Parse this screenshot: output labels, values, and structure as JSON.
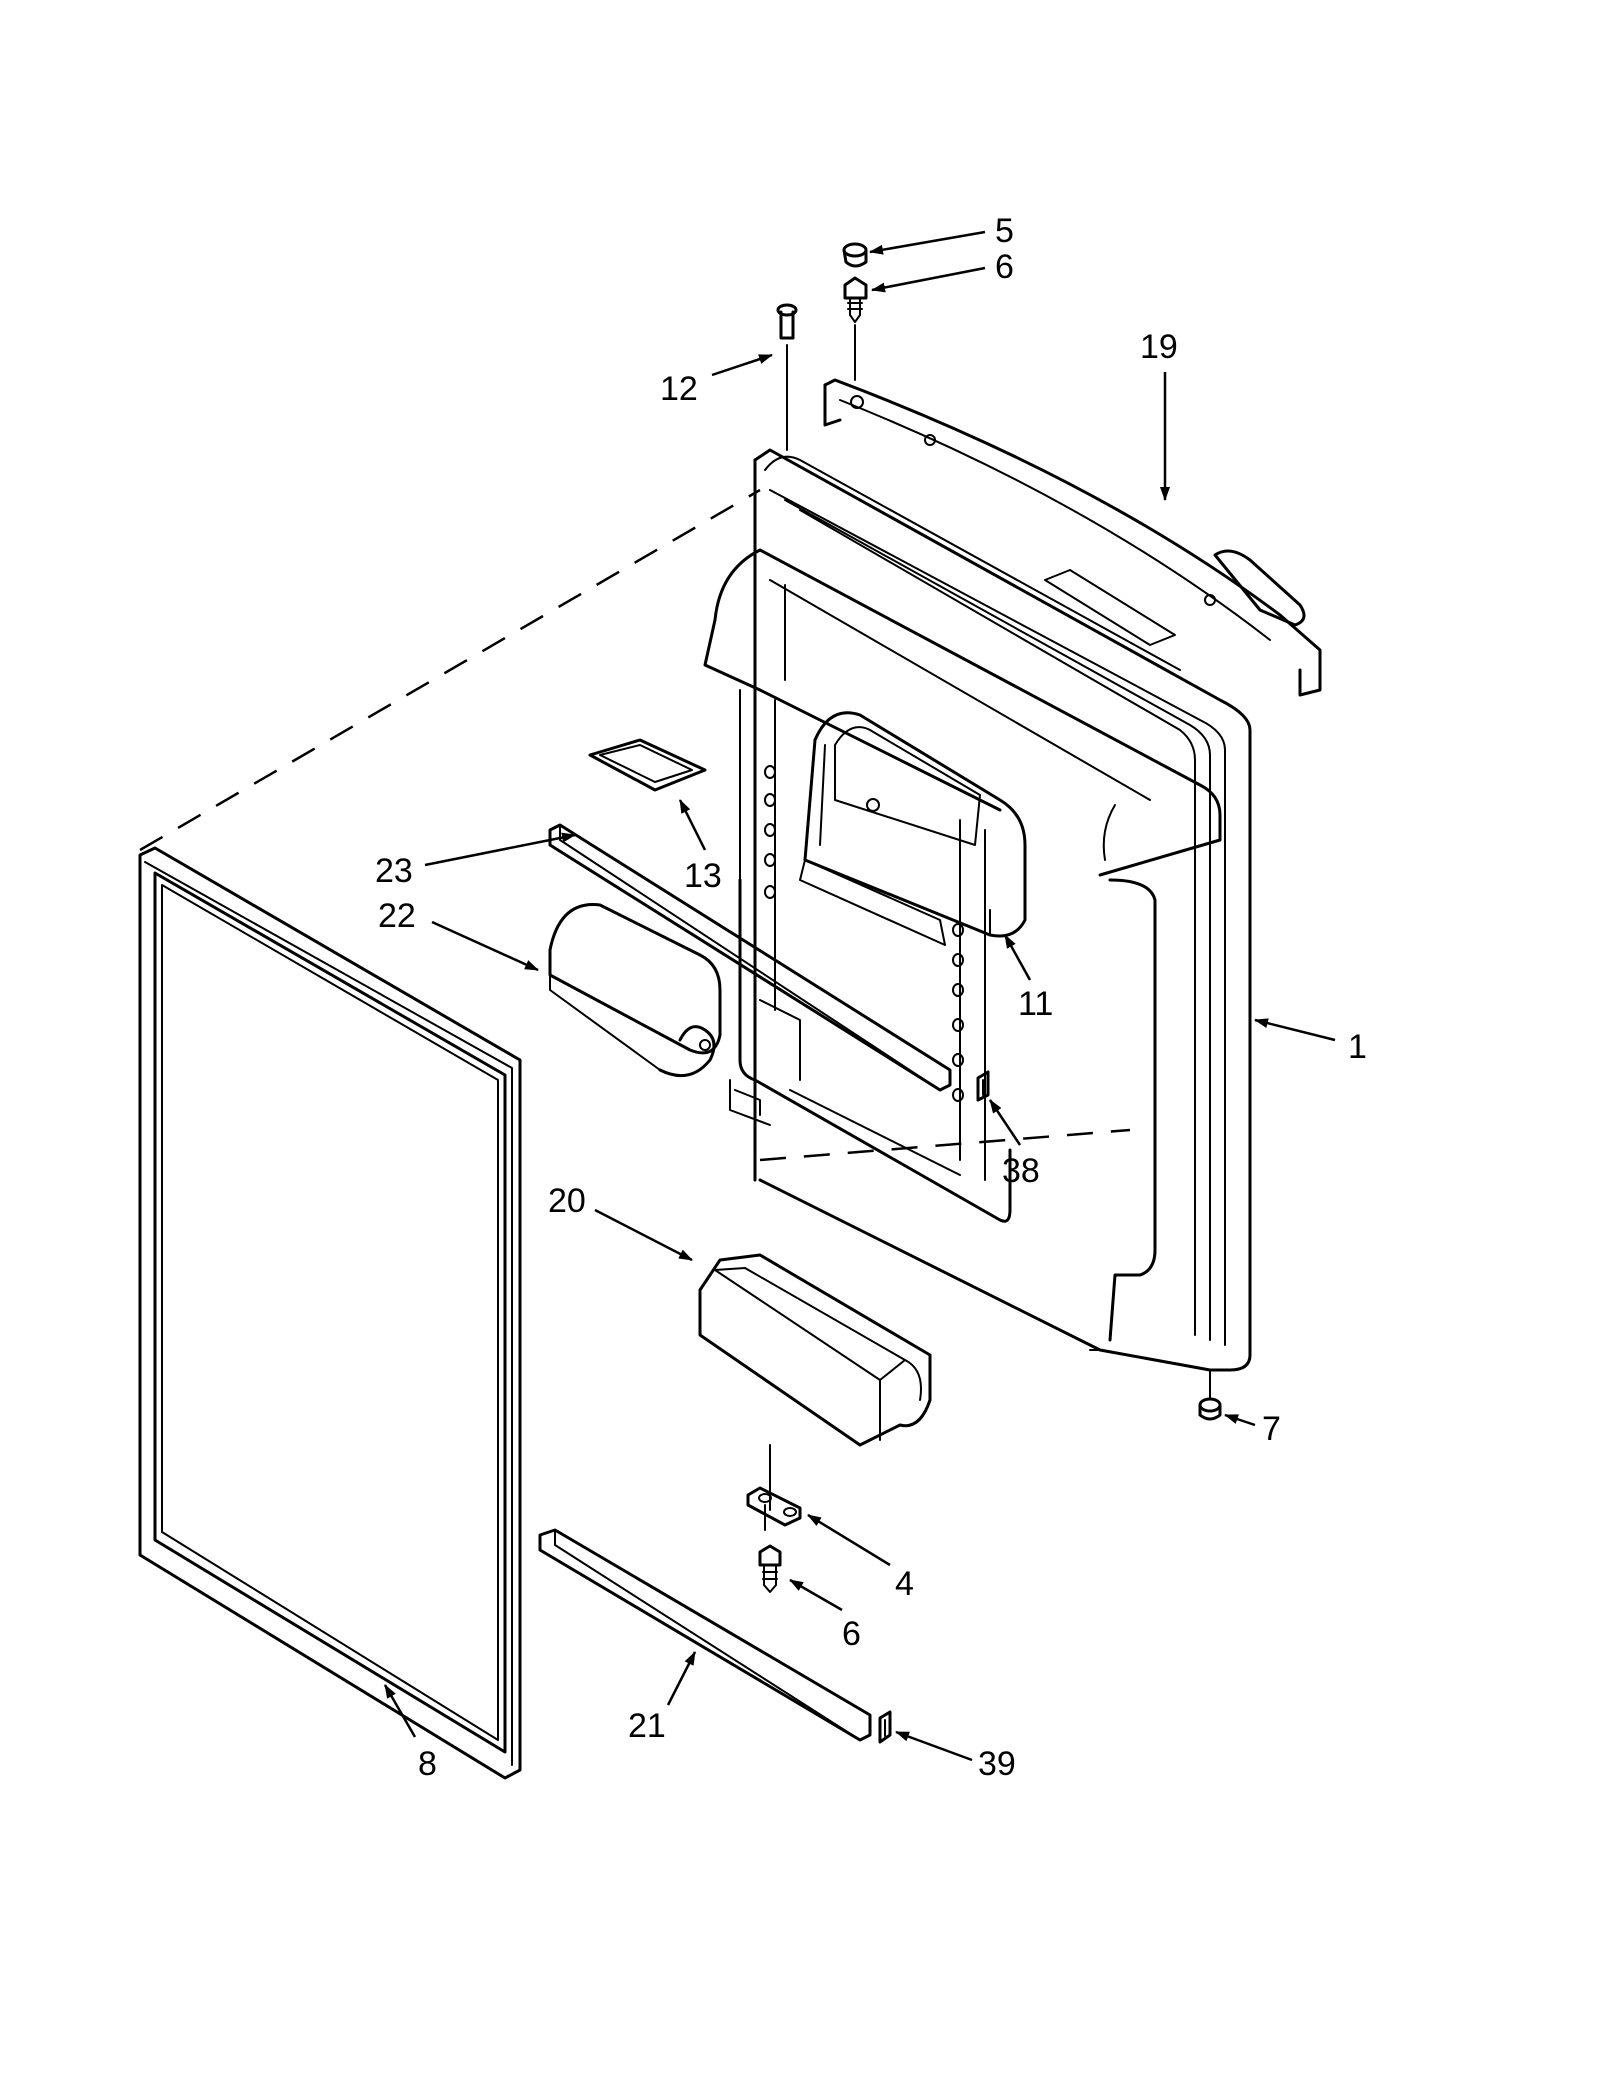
{
  "diagram": {
    "callouts": [
      {
        "id": "c5",
        "label": "5"
      },
      {
        "id": "c6a",
        "label": "6"
      },
      {
        "id": "c19",
        "label": "19"
      },
      {
        "id": "c12",
        "label": "12"
      },
      {
        "id": "c13",
        "label": "13"
      },
      {
        "id": "c23",
        "label": "23"
      },
      {
        "id": "c22",
        "label": "22"
      },
      {
        "id": "c11",
        "label": "11"
      },
      {
        "id": "c1",
        "label": "1"
      },
      {
        "id": "c38",
        "label": "38"
      },
      {
        "id": "c20",
        "label": "20"
      },
      {
        "id": "c7",
        "label": "7"
      },
      {
        "id": "c4",
        "label": "4"
      },
      {
        "id": "c6b",
        "label": "6"
      },
      {
        "id": "c21",
        "label": "21"
      },
      {
        "id": "c8",
        "label": "8"
      },
      {
        "id": "c39",
        "label": "39"
      }
    ]
  }
}
